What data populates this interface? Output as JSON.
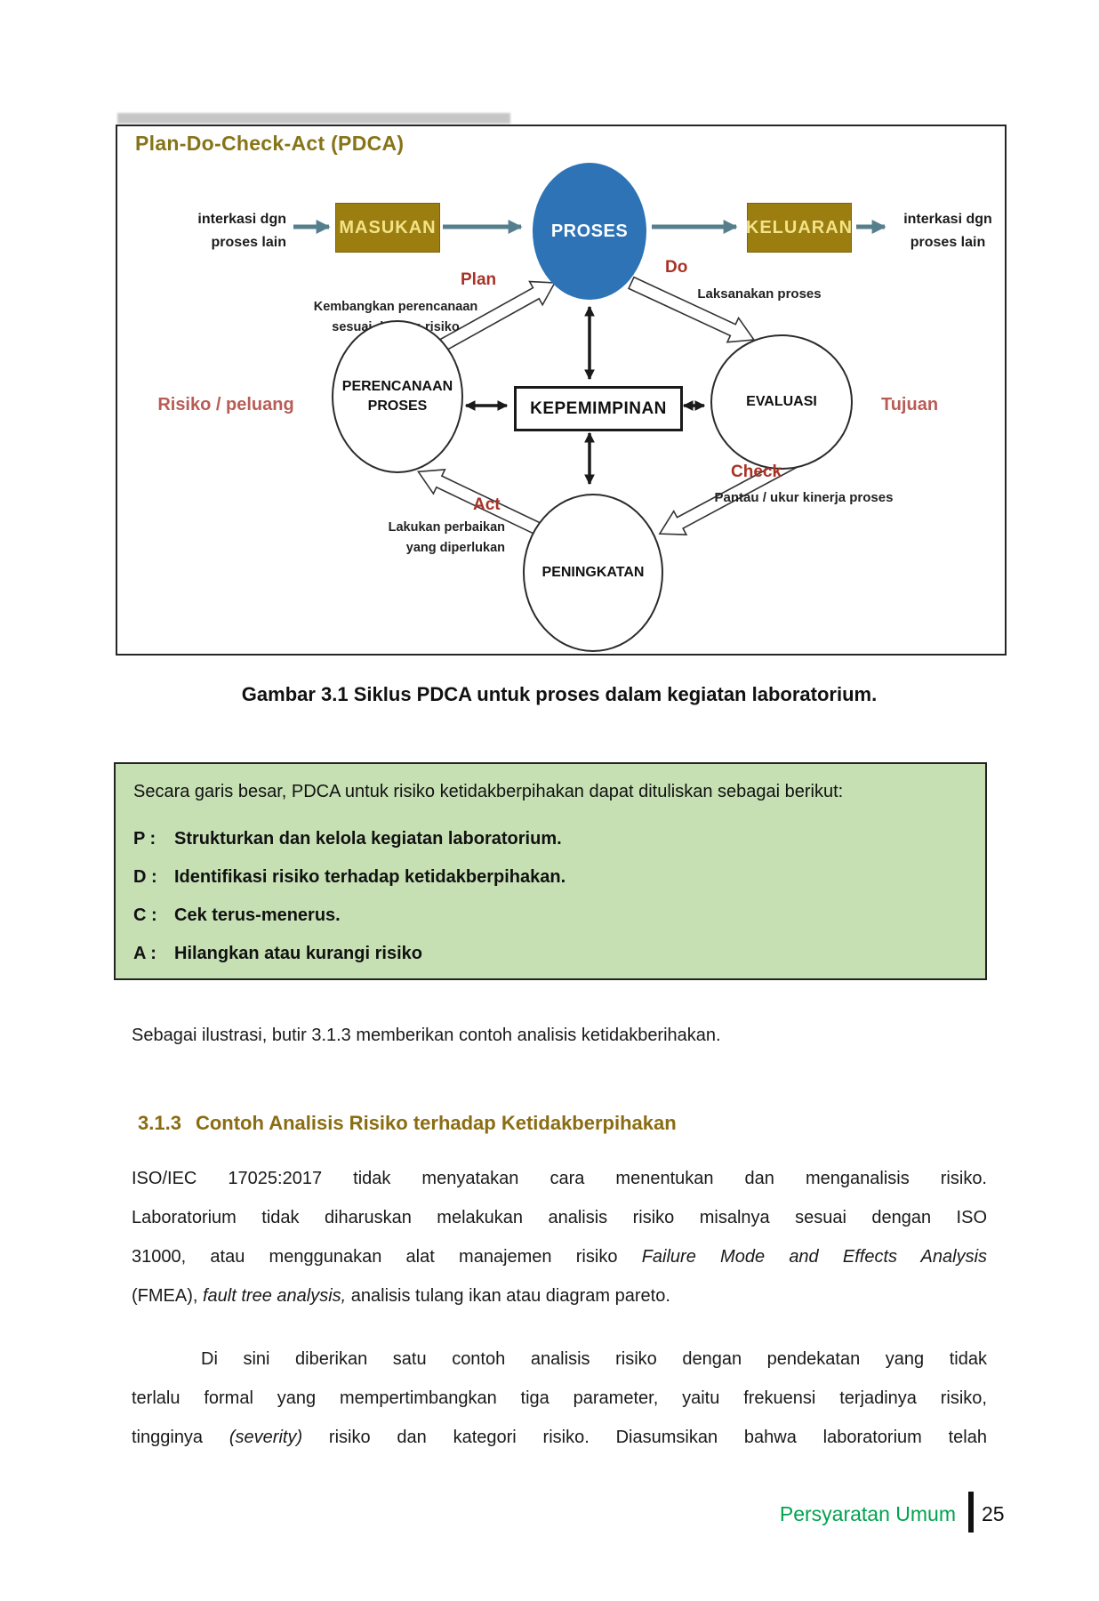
{
  "figure": {
    "title": "Plan-Do-Check-Act (PDCA)",
    "nodes": {
      "masukan": "MASUKAN",
      "proses": "PROSES",
      "keluaran": "KELUARAN",
      "perencanaan_l1": "PERENCANAAN",
      "perencanaan_l2": "PROSES",
      "kepemimpinan": "KEPEMIMPINAN",
      "evaluasi": "EVALUASI",
      "peningkatan": "PENINGKATAN"
    },
    "labels": {
      "left_interaction_l1": "interkasi dgn",
      "left_interaction_l2": "proses lain",
      "right_interaction_l1": "interkasi dgn",
      "right_interaction_l2": "proses lain",
      "plan": "Plan",
      "plan_desc_l1": "Kembangkan perencanaan",
      "plan_desc_l2": "sesuai dengan risiko",
      "do": "Do",
      "do_desc": "Laksanakan proses",
      "check": "Check",
      "check_desc": "Pantau / ukur kinerja proses",
      "act": "Act",
      "act_desc_l1": "Lakukan perbaikan",
      "act_desc_l2": "yang diperlukan",
      "risiko": "Risiko / peluang",
      "tujuan": "Tujuan"
    },
    "colors": {
      "olive_box": "#9b7d10",
      "olive_box_text": "#f2e388",
      "proses_blue": "#2d73b5",
      "pdca_red": "#a93226",
      "side_label_red": "#b85c57",
      "teal_arrow": "#567f8e",
      "title_olive": "#867417"
    }
  },
  "caption": "Gambar 3.1 Siklus PDCA untuk proses dalam kegiatan laboratorium.",
  "green_box": {
    "bg_color": "#c6e0b4",
    "intro": "Secara garis besar, PDCA untuk risiko ketidakberpihakan dapat dituliskan sebagai berikut:",
    "items": [
      {
        "key": "P :",
        "text": "Strukturkan dan kelola kegiatan laboratorium."
      },
      {
        "key": "D :",
        "text": "Identifikasi risiko terhadap ketidakberpihakan."
      },
      {
        "key": "C :",
        "text": "Cek terus-menerus."
      },
      {
        "key": "A :",
        "text": "Hilangkan atau kurangi risiko"
      }
    ]
  },
  "body": {
    "lead": "Sebagai ilustrasi, butir 3.1.3 memberikan contoh analisis ketidakberihakan.",
    "heading_number": "3.1.3",
    "heading_text": "Contoh Analisis Risiko terhadap Ketidakberpihakan",
    "heading_color": "#8a6c12",
    "p1": {
      "l1": "ISO/IEC 17025:2017 tidak menyatakan cara menentukan dan menganalisis risiko.",
      "l2": "Laboratorium tidak diharuskan melakukan analisis risiko misalnya sesuai dengan ISO",
      "l3a": "31000, atau menggunakan alat manajemen risiko ",
      "l3b_italic": "Failure Mode and Effects Analysis",
      "l4a": "(FMEA), ",
      "l4b_italic": "fault tree analysis,",
      "l4c": " analisis tulang ikan atau diagram pareto."
    },
    "p2": {
      "l1": "Di sini diberikan satu contoh analisis risiko dengan pendekatan yang tidak",
      "l2": "terlalu formal yang mempertimbangkan tiga parameter, yaitu frekuensi terjadinya risiko,",
      "l3a": "tingginya ",
      "l3b_italic": "(severity)",
      "l3c": " risiko dan kategori risiko. Diasumsikan bahwa laboratorium telah"
    }
  },
  "footer": {
    "section": "Persyaratan Umum",
    "section_color": "#00a350",
    "page_number": "25"
  }
}
